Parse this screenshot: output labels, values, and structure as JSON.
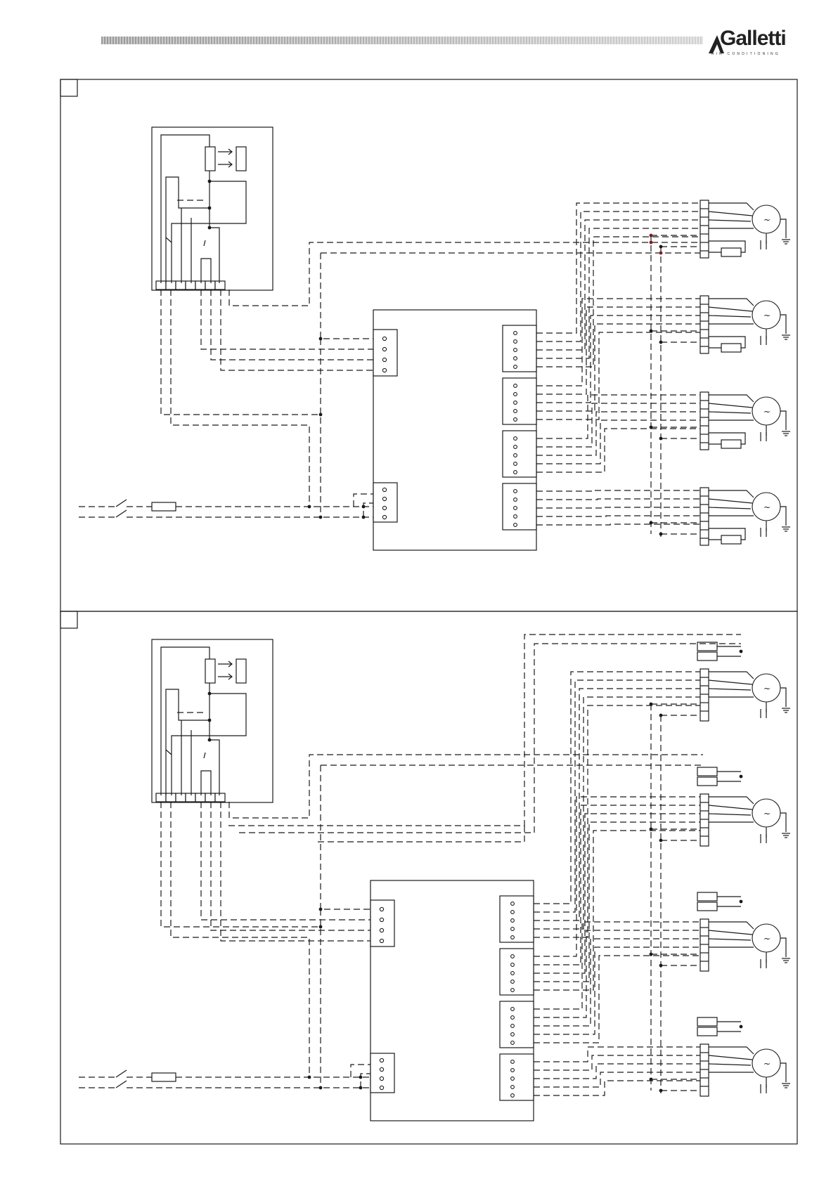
{
  "header": {
    "brand": "Galletti",
    "brand_tagline": "AIR CONDITIONING",
    "logo_mark": "triangle-logo-mark"
  },
  "colors": {
    "line": "#1a1a1a",
    "accent_dot": "#8b1a1a",
    "header_bar_dark": "#9a9a9a",
    "header_bar_light": "#c8c8c8"
  },
  "panels": [
    {
      "id": "diagram-a",
      "label": "",
      "fan_units": 4
    },
    {
      "id": "diagram-b",
      "label": "",
      "fan_units": 4
    }
  ]
}
